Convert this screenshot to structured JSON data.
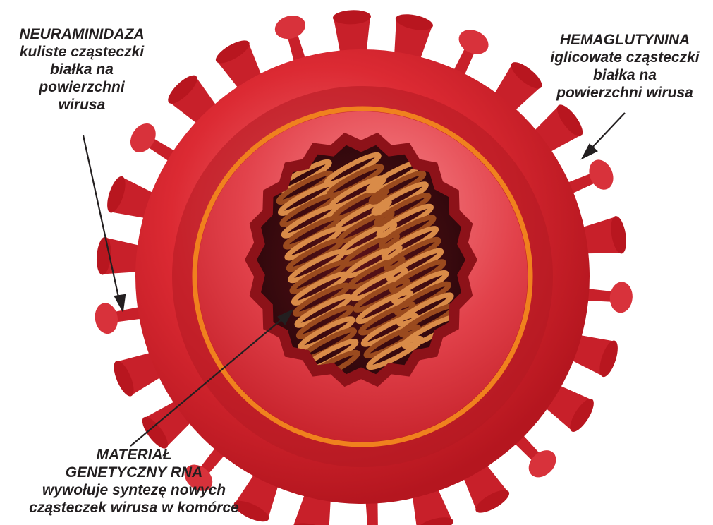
{
  "labels": {
    "neuraminidaza": {
      "title": "NEURAMINIDAZA",
      "lines": [
        "kuliste cząsteczki",
        "białka na",
        "powierzchni",
        "wirusa"
      ]
    },
    "hemaglutynina": {
      "title": "HEMAGLUTYNINA",
      "lines": [
        "iglicowate cząsteczki",
        "białka na",
        "powierzchni wirusa"
      ]
    },
    "material": {
      "title_line1": "MATERIAŁ",
      "title_line2": "GENETYCZNY RNA",
      "lines": [
        "wywołuje syntezę nowych",
        "cząsteczek wirusa w komórce"
      ]
    }
  },
  "colors": {
    "envelope": "#d5222b",
    "envelope_dark": "#a8141c",
    "envelope_light": "#f06a72",
    "membrane_ring": "#f0811e",
    "interior": "#e84a52",
    "core": "#3a0a0f",
    "rna_coil": "#c87a3a",
    "rna_coil_dark": "#7a3a18",
    "text": "#231f20"
  }
}
